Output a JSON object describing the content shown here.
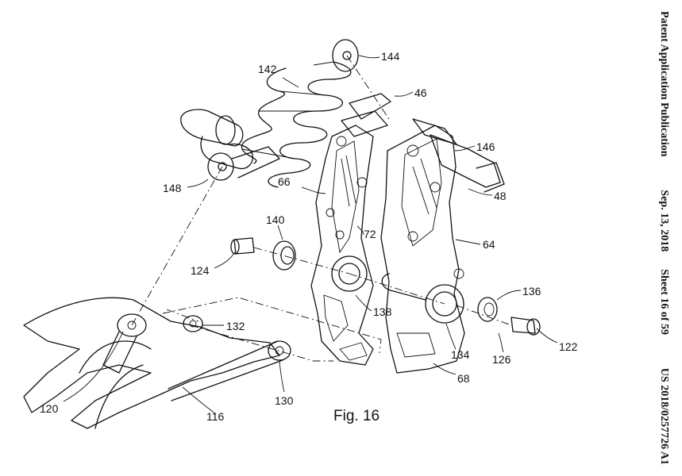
{
  "header": {
    "publication_type": "Patent Application Publication",
    "date": "Sep. 13, 2018",
    "sheet": "Sheet 16 of 59",
    "number": "US 2018/0257726 A1"
  },
  "figure": {
    "label": "Fig. 16"
  },
  "reference_numerals": {
    "r144": "144",
    "r142": "142",
    "r46": "46",
    "r146": "146",
    "r148": "148",
    "r66": "66",
    "r48": "48",
    "r140": "140",
    "r72": "72",
    "r64": "64",
    "r124": "124",
    "r136": "136",
    "r138": "138",
    "r132": "132",
    "r134": "134",
    "r126": "126",
    "r122": "122",
    "r68": "68",
    "r130": "130",
    "r120": "120",
    "r116": "116"
  }
}
